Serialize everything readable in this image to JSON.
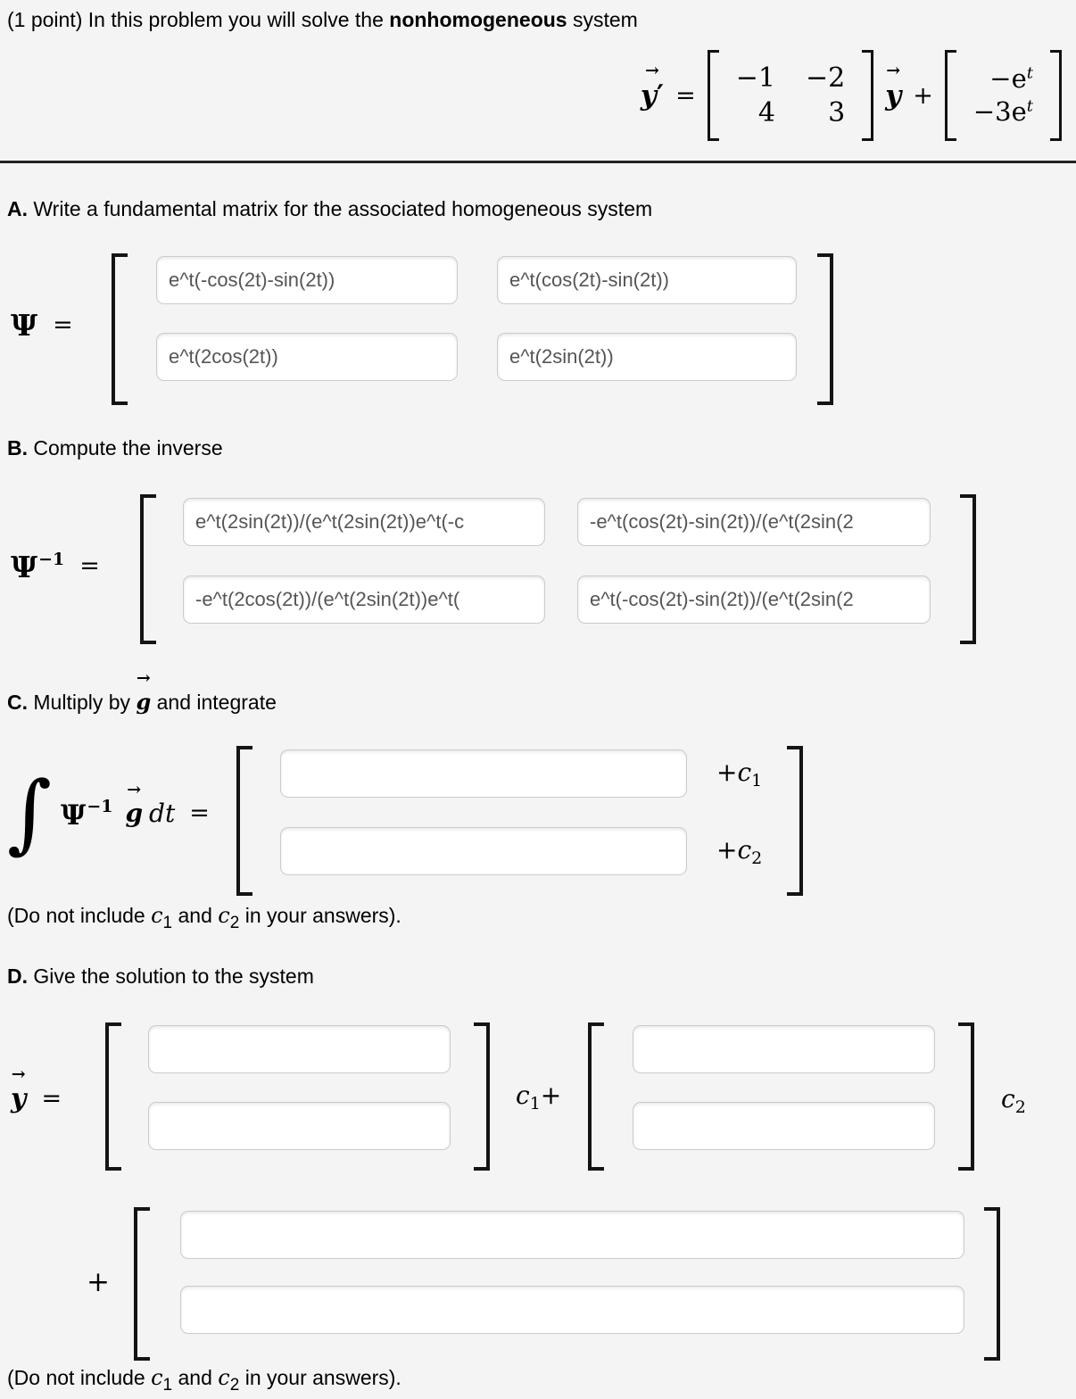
{
  "colors": {
    "background": "#f4f4f4",
    "input_border": "#cbcbcb",
    "input_text": "#555555",
    "text": "#000000",
    "divider": "#222222"
  },
  "icons": {
    "vector_arrow": "→",
    "integral_sign": "∫"
  },
  "intro": {
    "prefix": "(1 point) In this problem you will solve the ",
    "bold": "nonhomogeneous",
    "suffix": " system"
  },
  "equation": {
    "lhs": "y",
    "prime": "′",
    "equals": "=",
    "plus": "+",
    "rhs_var": "y",
    "coef": [
      [
        "−1",
        "−2"
      ],
      [
        "4",
        "3"
      ]
    ],
    "forcing": [
      {
        "base": "−e",
        "sup": "t"
      },
      {
        "base": "−3e",
        "sup": "t"
      }
    ]
  },
  "section_a": {
    "label_bold": "A.",
    "label_text": " Write a fundamental matrix for the associated homogeneous system",
    "psi": "Ψ",
    "equals": "=",
    "cells": [
      [
        "e^t(-cos(2t)-sin(2t))",
        "e^t(cos(2t)-sin(2t))"
      ],
      [
        "e^t(2cos(2t))",
        "e^t(2sin(2t))"
      ]
    ]
  },
  "section_b": {
    "label_bold": "B.",
    "label_text": " Compute the inverse",
    "psi": "Ψ",
    "sup": "−1",
    "equals": "=",
    "cells": [
      [
        "e^t(2sin(2t))/(e^t(2sin(2t))e^t(-c",
        "-e^t(cos(2t)-sin(2t))/(e^t(2sin(2"
      ],
      [
        "-e^t(2cos(2t))/(e^t(2sin(2t))e^t(",
        "e^t(-cos(2t)-sin(2t))/(e^t(2sin(2"
      ]
    ]
  },
  "section_c": {
    "label_bold": "C.",
    "label_pre": " Multiply by ",
    "g_var": "g",
    "label_post": " and integrate",
    "psi": "Ψ",
    "psi_sup": "−1",
    "g_var2": "g",
    "dt": "dt",
    "equals": "=",
    "cells": [
      "",
      ""
    ],
    "plus_c1": {
      "plus": "+",
      "c": "c",
      "sub": "1"
    },
    "plus_c2": {
      "plus": "+",
      "c": "c",
      "sub": "2"
    }
  },
  "section_d": {
    "label_bold": "D.",
    "label_text": " Give the solution to the system",
    "y_var": "y",
    "equals": "=",
    "m1_cells": [
      "",
      ""
    ],
    "c1": {
      "c": "c",
      "sub": "1",
      "plus": "+"
    },
    "m2_cells": [
      "",
      ""
    ],
    "c2": {
      "c": "c",
      "sub": "2"
    },
    "plus": "+",
    "m3_cells": [
      "",
      ""
    ]
  },
  "note": {
    "p1": "(Do not include ",
    "c1": "c",
    "s1": "1",
    "p2": " and ",
    "c2": "c",
    "s2": "2",
    "p3": " in your answers)."
  }
}
